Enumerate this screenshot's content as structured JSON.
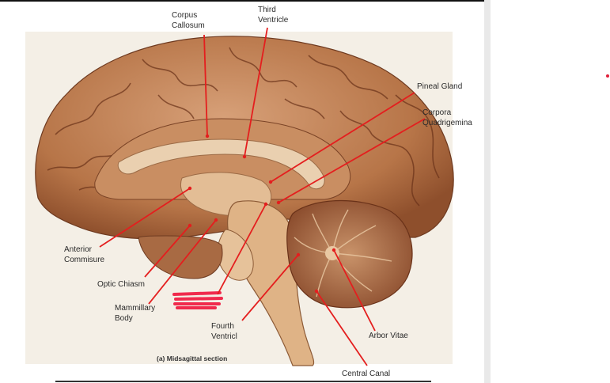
{
  "figure": {
    "caption": "(a) Midsagittal section",
    "colors": {
      "arrow": "#e41e1e",
      "tissue_light": "#d9a477",
      "tissue_dark": "#7a3f25",
      "background": "#ffffff"
    }
  },
  "labels": {
    "corpus_callosum": "Corpus\nCallosum",
    "third_ventricle": "Third\nVentricle",
    "pineal_gland": "Pineal Gland",
    "corpora_quadrigemina": "Corpora\nQuadrigemina",
    "anterior_commisure": "Anterior\nCommisure",
    "optic_chiasm": "Optic Chiasm",
    "mammillary_body": "Mammillary\nBody",
    "fourth_ventricl": "Fourth\nVentricl",
    "arbor_vitae": "Arbor Vitae",
    "central_canal": "Central Canal"
  }
}
